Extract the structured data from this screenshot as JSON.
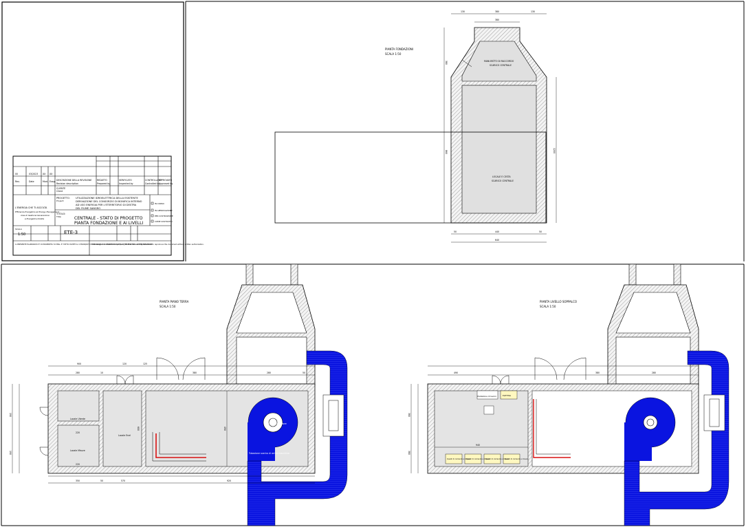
{
  "title_block": {
    "company_lines": [
      "L'ENERGIA CHE TI ASCOLTA",
      "Efficienza Energetica ed Energy Management",
      "Area di Gestione Generazione",
      "e Energetica Diretta"
    ],
    "rev_row": [
      "00",
      "03/2023",
      "XX",
      "XX"
    ],
    "rev_headers": [
      "Rev.",
      "Date",
      "Mod.",
      "Eseg."
    ],
    "desc_headers": [
      "DESCRIZIONE DELLA REVISIONE",
      "REDATTO",
      "VERIFICATO",
      "CONTROLLATO",
      "APPROVATO"
    ],
    "desc_headers_en": [
      "Revision description",
      "Prepared by",
      "Inspected by",
      "Controlled by",
      "Approved by"
    ],
    "client_label": "CLIENTE",
    "client_label_en": "Client",
    "project_label": "PROGETTO:",
    "project_label_en": "Project:",
    "project_lines": [
      "UTILIZZAZIONE IDROELETTRICA DELLA ESISTENTE",
      "DERIVAZIONE DEL CONSORZIO DI BONIFICA INTERNO",
      "AD USO ENERGIA PER L'ETERRITORIO DI DESTRA",
      "DEL FIUME SANGRO"
    ],
    "title_label": "TITOLO:",
    "title_label_en": "Title:",
    "title_lines": [
      "CENTRALE - STATO DI PROGETTO",
      "PIANTA FONDAZIONE E AI LIVELLI"
    ],
    "checkbox_labels": [
      "IN CORSO",
      "IN APPROVAZIONE",
      "PER COSTRUZIONE",
      "COME COSTRUITO"
    ],
    "scale_label": "SCALA",
    "scale_value": "1:50",
    "drawing_number": "ETE-3",
    "bottom_note_it": "IL PRESENTE ELABORATO E' DI PROPRIETA' DI ERG. E' FATTO DIVIETO A CHIUNQUE DI RIPRODURLO O RENDERLO NOTO A TERZI SENZA AUTORIZZAZIONE.",
    "bottom_note_en": "This design document is the property of ERG. It is strictly forbidden to reproduce this document without written authorization."
  },
  "views": {
    "foundation": {
      "title": "PIANTA FONDAZIONI",
      "scale": "SCALA 1:50",
      "label_1": "MANUFATTO DI RACCORDO",
      "label_1b": "SCARICO CENTRALE",
      "label_2": "LOCALE E CESTA",
      "label_2b": "SCARICO CENTRALE",
      "dims_top": [
        "130",
        "380",
        "130"
      ],
      "dims_top2": "380",
      "dims_bottom": [
        "50",
        "440",
        "50"
      ],
      "dim_bottom_total": "640",
      "dim_right": "1200",
      "dim_left": [
        "380",
        "860"
      ]
    },
    "ground": {
      "title": "PIANTA PIANO TERRA",
      "scale": "SCALA 1:50",
      "rooms": [
        "Locale Utente",
        "Locale Misure",
        "Locale Enel",
        "Centrale Generatore"
      ],
      "note": "Tubazione scarico di arrivo macchina",
      "dims_top": [
        "900",
        "120",
        "125"
      ],
      "dims_top2": [
        "280",
        "10",
        "380",
        "280",
        "50"
      ],
      "dims_bottom": [
        "350",
        "50",
        "570",
        "920"
      ],
      "dims_inner": [
        "220",
        "220",
        "490",
        "600"
      ],
      "dims_left": [
        "190",
        "190"
      ]
    },
    "mezzanine": {
      "title": "PIANTA LIVELLO SOPPALCO",
      "scale": "SCALA 1:50",
      "labels": [
        "Postazione di lavoro",
        "Quadri di comando e misura"
      ],
      "label_short": "ELETTRA",
      "dims_top": [
        "490",
        "380",
        "280"
      ],
      "dim_inner": "940",
      "dims_left": [
        "380",
        "380"
      ]
    }
  }
}
